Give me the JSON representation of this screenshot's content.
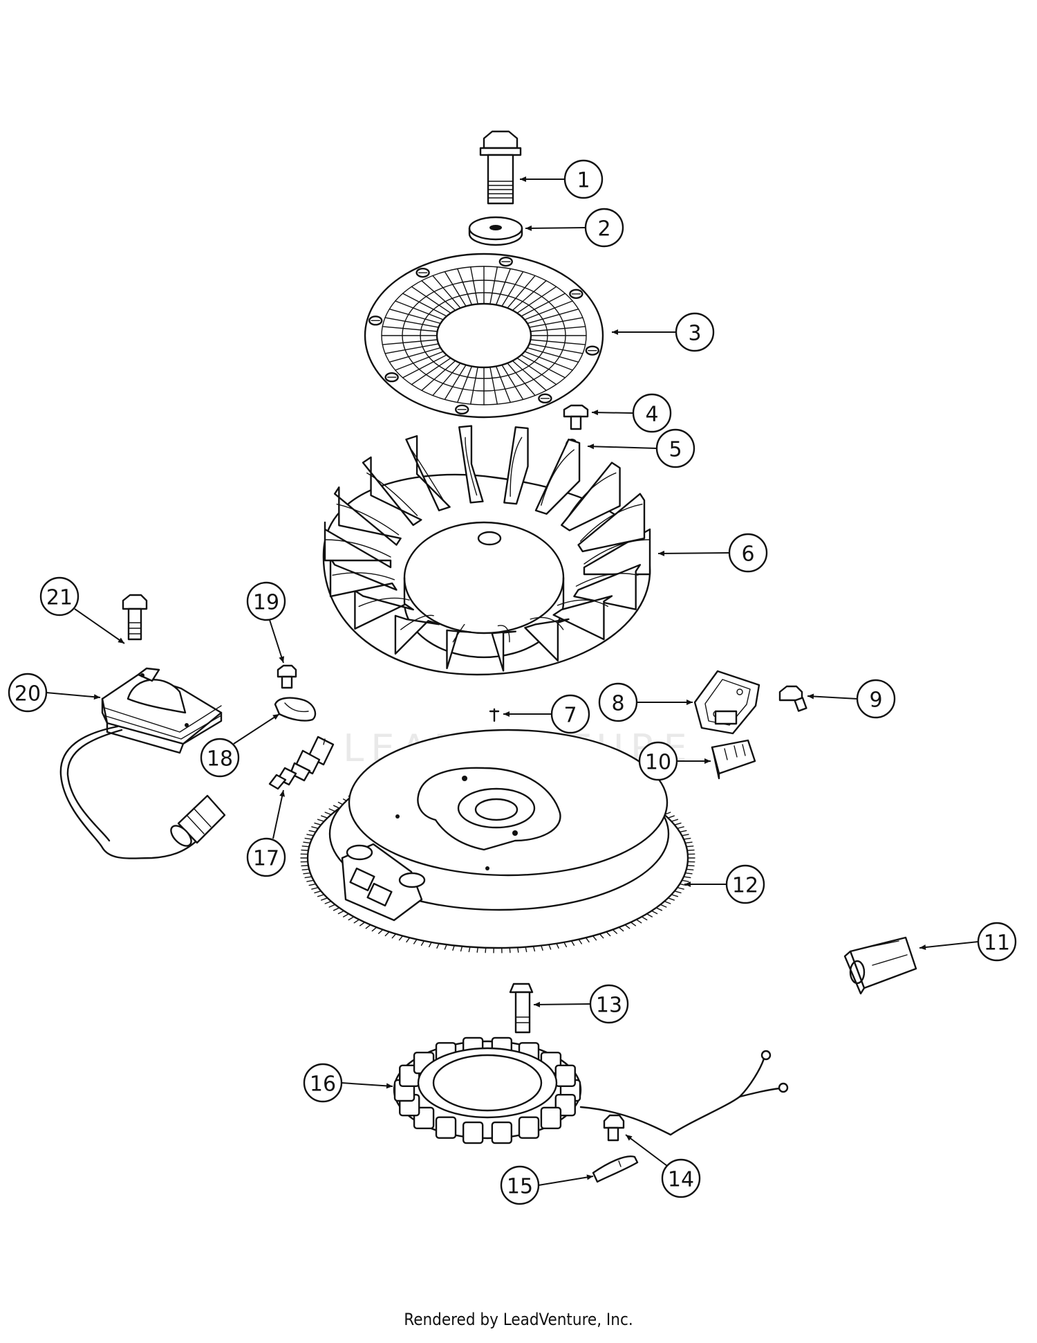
{
  "diagram": {
    "watermark": "LEADVENTURE",
    "callouts": [
      {
        "label": "1"
      },
      {
        "label": "2"
      },
      {
        "label": "3"
      },
      {
        "label": "4"
      },
      {
        "label": "5"
      },
      {
        "label": "6"
      },
      {
        "label": "7"
      },
      {
        "label": "8"
      },
      {
        "label": "9"
      },
      {
        "label": "10"
      },
      {
        "label": "11"
      },
      {
        "label": "12"
      },
      {
        "label": "13"
      },
      {
        "label": "14"
      },
      {
        "label": "15"
      },
      {
        "label": "16"
      },
      {
        "label": "17"
      },
      {
        "label": "18"
      },
      {
        "label": "19"
      },
      {
        "label": "20"
      },
      {
        "label": "21"
      }
    ]
  },
  "footer": {
    "text": "Rendered by LeadVenture, Inc."
  }
}
